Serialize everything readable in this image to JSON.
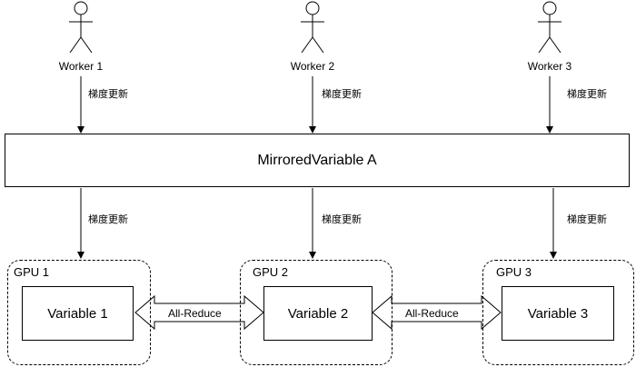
{
  "workers": [
    {
      "label": "Worker 1"
    },
    {
      "label": "Worker 2"
    },
    {
      "label": "Worker 3"
    }
  ],
  "gradient_update_label": "梯度更新",
  "mirrored_variable": {
    "label": "MirroredVariable A"
  },
  "gpus": [
    {
      "label": "GPU 1",
      "variable": "Variable 1"
    },
    {
      "label": "GPU 2",
      "variable": "Variable 2"
    },
    {
      "label": "GPU 3",
      "variable": "Variable 3"
    }
  ],
  "all_reduce_label": "All-Reduce"
}
